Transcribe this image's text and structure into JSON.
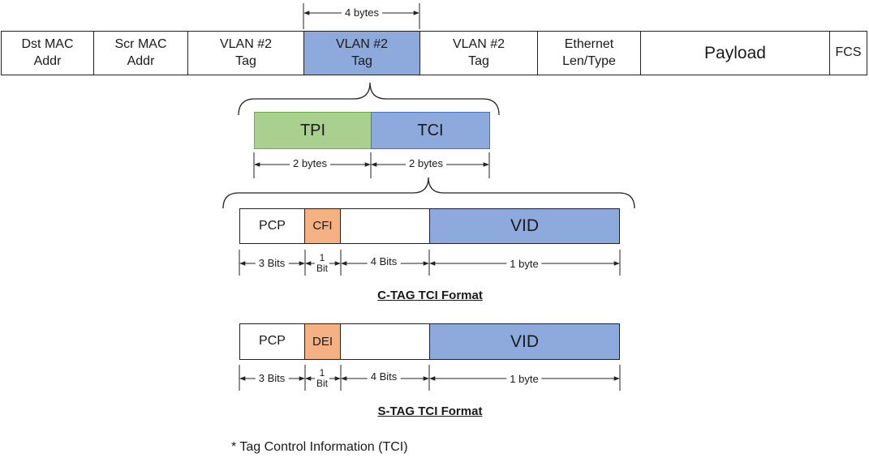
{
  "frame": {
    "fields": [
      "Dst MAC\nAddr",
      "Scr MAC\nAddr",
      "VLAN #2\nTag",
      "VLAN #2\nTag",
      "VLAN #2\nTag",
      "Ethernet\nLen/Type",
      "Payload",
      "FCS"
    ],
    "tag_size_label": "4 bytes"
  },
  "vlan_tag": {
    "fields": [
      "TPI",
      "TCI"
    ],
    "size_labels": [
      "2 bytes",
      "2 bytes"
    ]
  },
  "c_tag": {
    "fields": [
      "PCP",
      "CFI",
      "",
      "VID"
    ],
    "size_labels": [
      "3 Bits",
      "1\nBit",
      "4 Bits",
      "1 byte"
    ],
    "caption": "C-TAG TCI Format"
  },
  "s_tag": {
    "fields": [
      "PCP",
      "DEI",
      "",
      "VID"
    ],
    "size_labels": [
      "3 Bits",
      "1\nBit",
      "4 Bits",
      "1 byte"
    ],
    "caption": "S-TAG TCI Format"
  },
  "footnote": "* Tag Control Information (TCI)",
  "colors": {
    "vlan_blue": "#8EA9DB",
    "tpi_green": "#A9D08E",
    "cfi_orange": "#F4B183",
    "line": "#222222"
  }
}
